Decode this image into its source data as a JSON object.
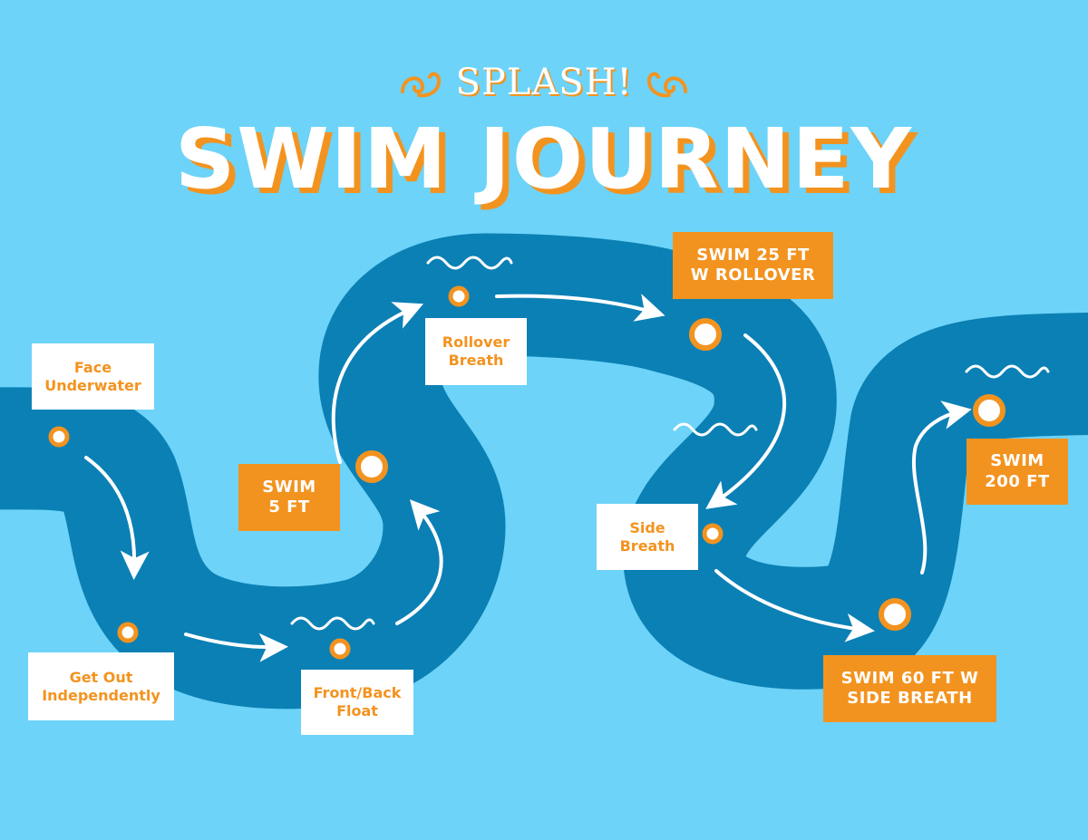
{
  "header": {
    "brand": "SPLASH!",
    "title": "SWIM JOURNEY",
    "swirl_icon": "swirl-ornament-icon"
  },
  "colors": {
    "background": "#6dd3f8",
    "river": "#0b80b5",
    "accent": "#f3931f",
    "card": "#ffffff"
  },
  "steps": [
    {
      "id": "face-underwater",
      "label": "Face\nUnderwater",
      "style": "white"
    },
    {
      "id": "get-out-independently",
      "label": "Get Out\nIndependently",
      "style": "white"
    },
    {
      "id": "front-back-float",
      "label": "Front/Back\nFloat",
      "style": "white"
    },
    {
      "id": "swim-5-ft",
      "label": "SWIM\n5 FT",
      "style": "orange"
    },
    {
      "id": "rollover-breath",
      "label": "Rollover\nBreath",
      "style": "white"
    },
    {
      "id": "swim-25-ft-w-rollover",
      "label": "SWIM 25 FT\nW ROLLOVER",
      "style": "orange"
    },
    {
      "id": "side-breath",
      "label": "Side\nBreath",
      "style": "white"
    },
    {
      "id": "swim-60-ft-w-side-breath",
      "label": "SWIM 60 FT W\nSIDE BREATH",
      "style": "orange"
    },
    {
      "id": "swim-200-ft",
      "label": "SWIM\n200 FT",
      "style": "orange"
    }
  ],
  "icons": {
    "waves": "waves-icon",
    "arrow": "arrow-icon",
    "marker": "milestone-marker-icon"
  }
}
